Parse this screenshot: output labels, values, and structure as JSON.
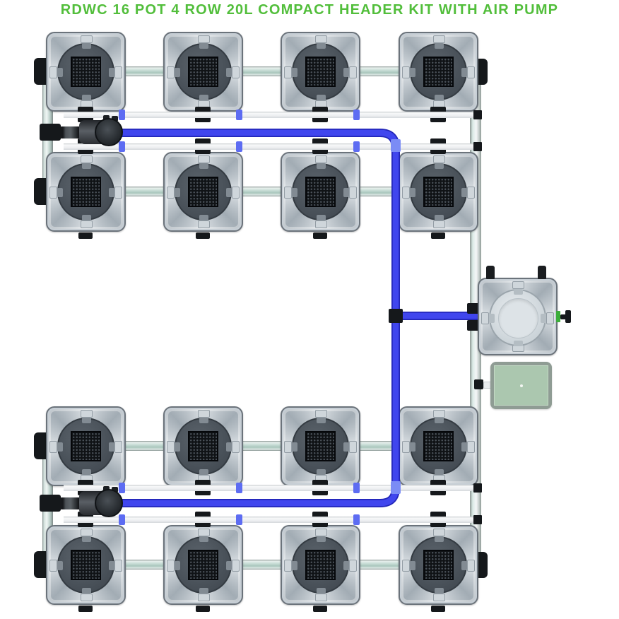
{
  "title": "RDWC 16 POT 4 ROW 20L COMPACT HEADER KIT WITH AIR PUMP",
  "system": {
    "pot_count": 16,
    "rows": 4,
    "pots_per_row": 4,
    "pot_volume": "20L",
    "kit_type": "COMPACT HEADER KIT",
    "includes_air_pump": true
  },
  "components": {
    "grow_pot": "grow-pot",
    "mesh_lid": "mesh-lid",
    "header_pot": "header-pot",
    "air_pump": "air-pump",
    "water_pump": "water-pump",
    "delivery_tube": "blue-delivery-tube",
    "return_pipe": "return-pipe",
    "rail": "tube-rail"
  },
  "colors": {
    "title_green": "#52BE3B",
    "tube_blue": "#4046EE",
    "tube_blue_dark": "#2226B8",
    "tube_clip": "#7B8CF5",
    "rail_clip": "#5D6CF2",
    "pipe_green": "#BCD8CE",
    "pot_body": "#C6CED5",
    "pot_lid": "#4A525A",
    "mesh_dark": "#101316",
    "pump_black": "#26292D",
    "air_pump_green": "#ABC7AF",
    "air_pump_frame": "#8F9C94",
    "fitting_green": "#3CAE3B",
    "black": "#15181B"
  }
}
